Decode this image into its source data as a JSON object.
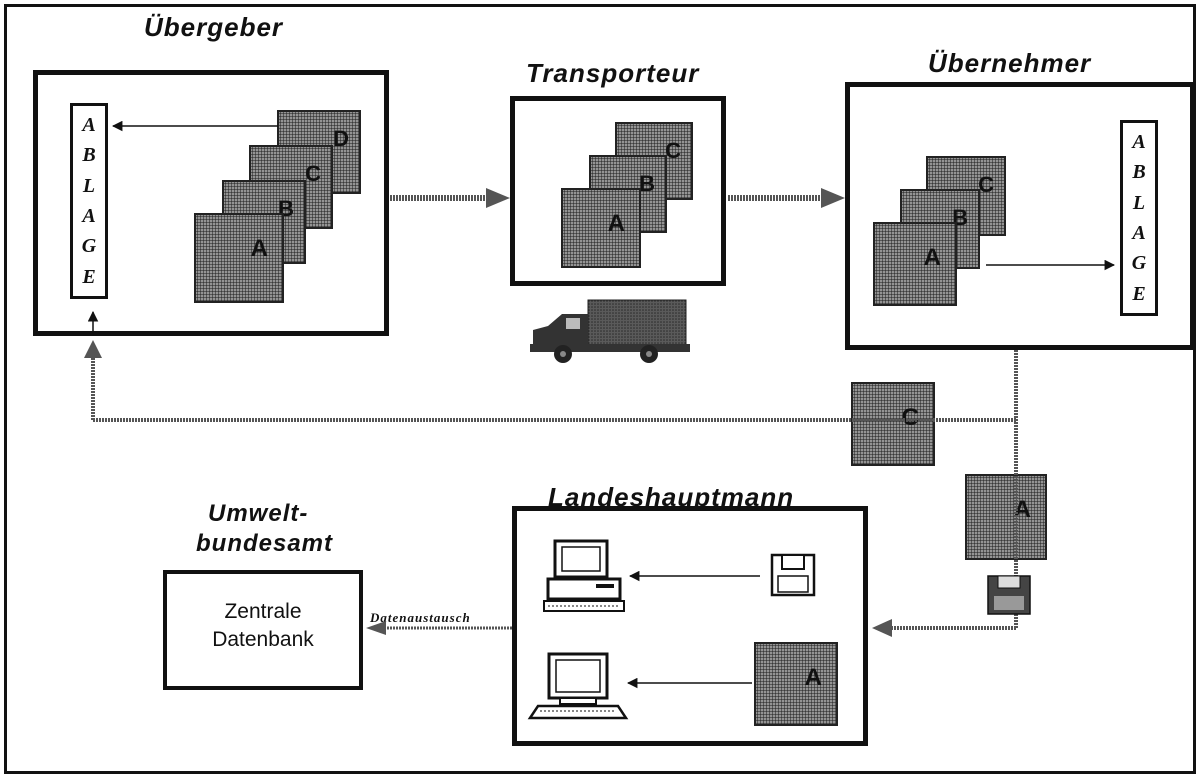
{
  "titles": {
    "uebergeber": "Übergeber",
    "transporteur": "Transporteur",
    "uebernehmer": "Übernehmer",
    "landeshauptmann": "Landeshauptmann",
    "umweltbundesamt_line1": "Umwelt-",
    "umweltbundesamt_line2": "bundesamt"
  },
  "ablage_letters": [
    "A",
    "B",
    "L",
    "A",
    "G",
    "E"
  ],
  "documents": {
    "uebergeber": [
      "A",
      "B",
      "C",
      "D"
    ],
    "transporteur": [
      "A",
      "B",
      "C"
    ],
    "uebernehmer": [
      "A",
      "B",
      "C"
    ],
    "return_copy": "C",
    "authority_copy": "A",
    "landeshauptmann_doc": "A"
  },
  "database": {
    "line1": "Zentrale",
    "line2": "Datenbank"
  },
  "exchange_label": "Datenaustausch",
  "colors": {
    "line": "#111111",
    "document": "#777777",
    "flow_arrow": "#555555"
  },
  "icons": [
    "truck-icon",
    "computer-icon",
    "floppy-disk-icon",
    "laptop-computer-icon"
  ]
}
